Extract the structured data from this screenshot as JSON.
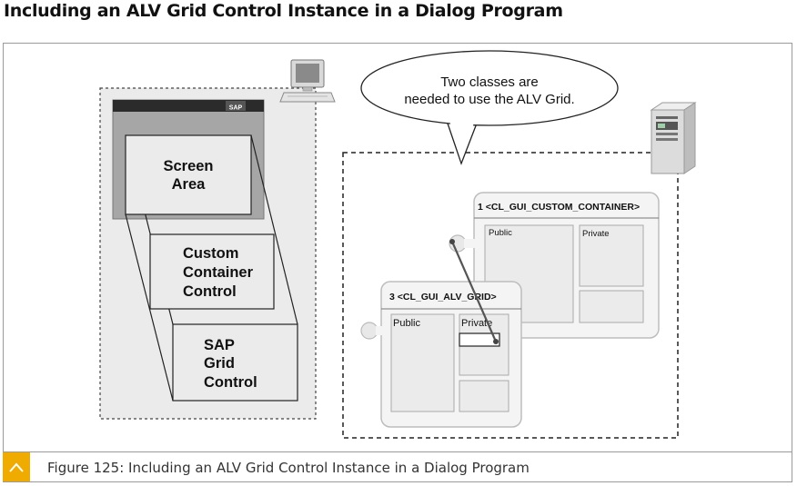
{
  "heading": "Including an ALV Grid Control Instance in a Dialog Program",
  "diagram": {
    "sap_logo": "SAP",
    "screen_area": [
      "Screen",
      "Area"
    ],
    "custom_container_control": [
      "Custom",
      "Container",
      "Control"
    ],
    "sap_grid_control": [
      "SAP",
      "Grid",
      "Control"
    ],
    "speech_bubble": [
      "Two classes are",
      "needed to use the ALV Grid."
    ],
    "class_container": {
      "title": "1 <CL_GUI_CUSTOM_CONTAINER>",
      "public": "Public",
      "private": "Private"
    },
    "class_alv_grid": {
      "title": "3 <CL_GUI_ALV_GRID>",
      "public": "Public",
      "private": "Private"
    },
    "icons": [
      "workstation-icon",
      "server-icon",
      "chevron-up-icon"
    ]
  },
  "caption": {
    "text": "Figure 125: Including an ALV Grid Control Instance in a Dialog Program"
  },
  "colors": {
    "accent": "#f0ab00",
    "panel_gray": "#ebebeb",
    "screen_gray": "#a6a6a6",
    "class_box": "#f4f4f4"
  }
}
